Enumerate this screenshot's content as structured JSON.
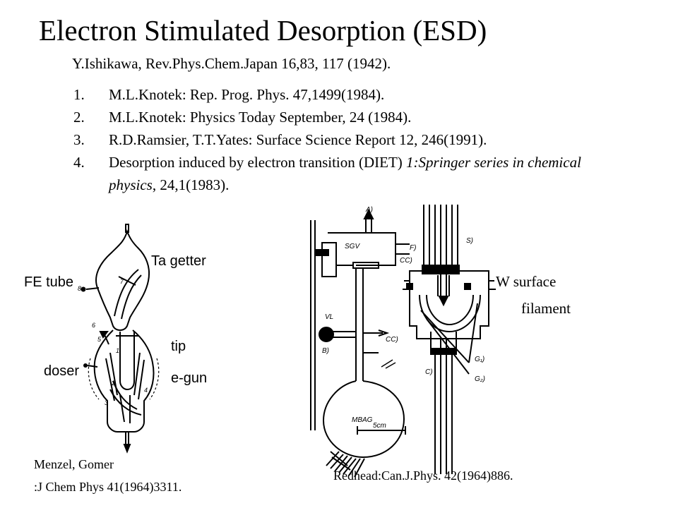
{
  "slide": {
    "title": "Electron Stimulated Desorption (ESD)",
    "main_reference": "Y.Ishikawa, Rev.Phys.Chem.Japan 16,83, 117 (1942).",
    "references": [
      {
        "num": "1.",
        "text": "M.L.Knotek: Rep. Prog. Phys. 47,1499(1984)."
      },
      {
        "num": "2.",
        "text": "M.L.Knotek: Physics Today September, 24 (1984)."
      },
      {
        "num": "3.",
        "text": "R.D.Ramsier, T.T.Yates: Surface Science Report  12, 246(1991)."
      },
      {
        "num": "4.",
        "text_plain": "Desorption induced by electron transition (DIET) ",
        "text_italic": "1:Springer series in chemical physics",
        "text_tail": ", 24,1(1983)."
      }
    ]
  },
  "left_figure": {
    "labels": {
      "ta_getter": "Ta getter",
      "fe_tube": "FE tube",
      "tip": "tip",
      "doser": "doser",
      "e_gun": "e-gun"
    },
    "markers": [
      "8",
      "7",
      "6",
      "5",
      "1",
      "2",
      "3",
      "4"
    ],
    "citation_line1": "Menzel, Gomer",
    "citation_line2": ":J Chem Phys 41(1964)3311."
  },
  "right_figure": {
    "labels": {
      "w_surface": "W surface",
      "filament": "filament"
    },
    "callouts": {
      "a": "A)",
      "sgv": "SGV",
      "f": "F)",
      "s": "S)",
      "cc1": "CC)",
      "vl": "VL",
      "b": "B)",
      "cc2": "CC)",
      "mbag": "MBAG",
      "c": "C)",
      "g1": "G₁)",
      "g2": "G₂)",
      "scale": "5cm"
    },
    "citation": "Redhead:Can.J.Phys. 42(1964)886."
  }
}
